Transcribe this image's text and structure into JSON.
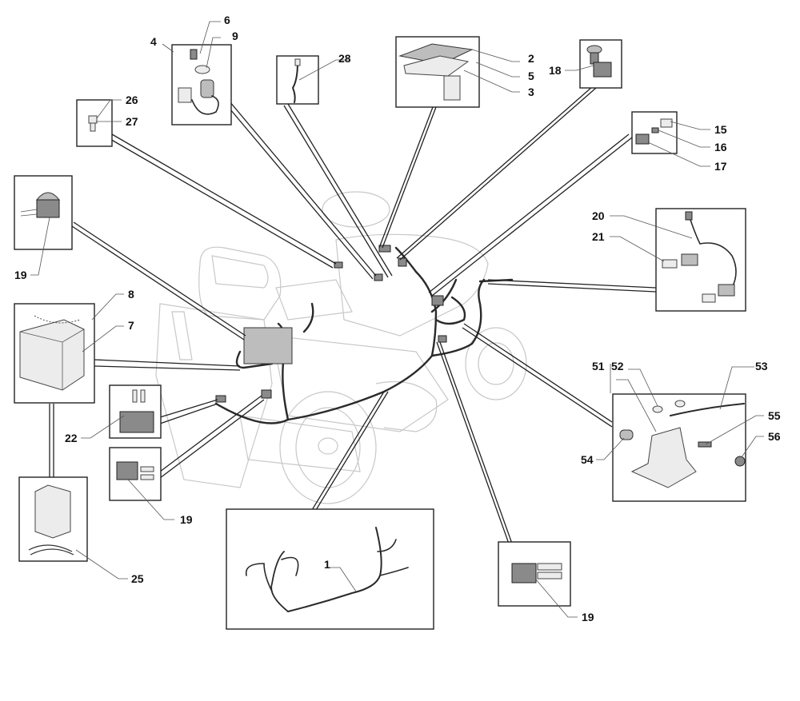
{
  "diagram": {
    "title": "Ride-on mower electrical system exploded parts diagram",
    "callouts": [
      {
        "id": "c1",
        "label": "1",
        "part": "wiring-harness"
      },
      {
        "id": "c2",
        "label": "2",
        "part": "control-board-cover"
      },
      {
        "id": "c3",
        "label": "3",
        "part": "control-board-connector"
      },
      {
        "id": "c4",
        "label": "4",
        "part": "ignition-switch"
      },
      {
        "id": "c5",
        "label": "5",
        "part": "control-board-housing"
      },
      {
        "id": "c6",
        "label": "6",
        "part": "ignition-key"
      },
      {
        "id": "c7",
        "label": "7",
        "part": "battery"
      },
      {
        "id": "c8",
        "label": "8",
        "part": "battery-strap"
      },
      {
        "id": "c9",
        "label": "9",
        "part": "ignition-nut"
      },
      {
        "id": "c15",
        "label": "15",
        "part": "connector-cap"
      },
      {
        "id": "c16",
        "label": "16",
        "part": "connector-clip"
      },
      {
        "id": "c17",
        "label": "17",
        "part": "connector-plug"
      },
      {
        "id": "c18",
        "label": "18",
        "part": "push-switch"
      },
      {
        "id": "c19a",
        "label": "19",
        "part": "rocker-switch-left"
      },
      {
        "id": "c19b",
        "label": "19",
        "part": "rocker-switch-lower-left"
      },
      {
        "id": "c19c",
        "label": "19",
        "part": "rocker-switch-bottom"
      },
      {
        "id": "c20",
        "label": "20",
        "part": "headlight-cable"
      },
      {
        "id": "c21",
        "label": "21",
        "part": "headlight-bulb"
      },
      {
        "id": "c22",
        "label": "22",
        "part": "micro-switch"
      },
      {
        "id": "c25",
        "label": "25",
        "part": "battery-charger"
      },
      {
        "id": "c26",
        "label": "26",
        "part": "fuse-holder"
      },
      {
        "id": "c27",
        "label": "27",
        "part": "fuse"
      },
      {
        "id": "c28",
        "label": "28",
        "part": "sensor-cable"
      },
      {
        "id": "c51",
        "label": "51",
        "part": "solenoid-kit"
      },
      {
        "id": "c52",
        "label": "52",
        "part": "solenoid"
      },
      {
        "id": "c53",
        "label": "53",
        "part": "cable-tie"
      },
      {
        "id": "c54",
        "label": "54",
        "part": "terminal-cover"
      },
      {
        "id": "c55",
        "label": "55",
        "part": "screw"
      },
      {
        "id": "c56",
        "label": "56",
        "part": "nut"
      }
    ]
  }
}
